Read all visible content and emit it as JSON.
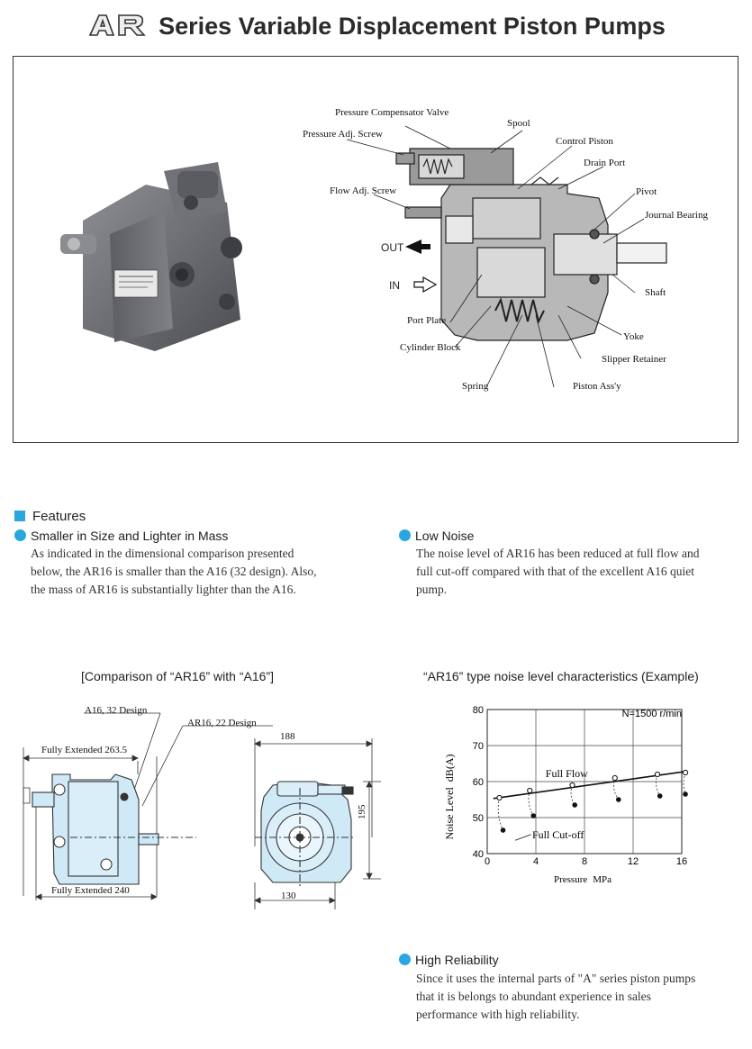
{
  "title": {
    "logo_text": "AR",
    "text": "Series Variable Displacement Piston Pumps"
  },
  "cutaway": {
    "labels": {
      "pressure_comp_valve": "Pressure Compensator Valve",
      "spool": "Spool",
      "pressure_adj_screw": "Pressure Adj. Screw",
      "control_piston": "Control Piston",
      "drain_port": "Drain Port",
      "flow_adj_screw": "Flow Adj. Screw",
      "pivot": "Pivot",
      "journal_bearing": "Journal Bearing",
      "out": "OUT",
      "in": "IN",
      "shaft": "Shaft",
      "port_plate": "Port Plate",
      "yoke": "Yoke",
      "cylinder_block": "Cylinder Block",
      "slipper_retainer": "Slipper Retainer",
      "spring": "Spring",
      "piston_assy": "Piston Ass'y"
    }
  },
  "features": {
    "heading": "Features",
    "items": [
      {
        "title": "Smaller in Size and Lighter in Mass",
        "lines": [
          "As indicated in the dimensional comparison presented",
          "below, the AR16 is smaller than the A16 (32 design). Also,",
          "the mass of AR16 is substantially lighter than the A16."
        ]
      },
      {
        "title": "Low Noise",
        "lines": [
          "The noise level of AR16 has been reduced at full flow and",
          "full cut-off compared with that of the excellent A16 quiet",
          "pump."
        ]
      },
      {
        "title": "High Reliability",
        "lines": [
          "Since it uses the internal parts of \"A\" series piston pumps",
          "that it is belongs to abundant experience in sales",
          "performance with high reliability."
        ]
      }
    ]
  },
  "comparison": {
    "caption": "[Comparison of “AR16” with “A16”]",
    "a16_label": "A16, 32 Design",
    "ar16_label": "AR16, 22 Design",
    "fully_extended_a16": "Fully Extended 263.5",
    "fully_extended_ar16": "Fully Extended 240",
    "width_top": "188",
    "height": "195",
    "width_bottom": "130",
    "colors": {
      "body": "#cfe9f7",
      "outline": "#333333"
    }
  },
  "noise_chart": {
    "caption": "“AR16” type noise level characteristics (Example)",
    "speed_note": "N=1500 r/min",
    "full_flow_label": "Full Flow",
    "full_cutoff_label": "Full Cut-off",
    "xlabel_text": "Pressure",
    "xlabel_unit": "MPa",
    "ylabel_text": "Noise Level",
    "ylabel_unit": "dB(A)",
    "x_ticks": [
      "0",
      "4",
      "8",
      "12",
      "16"
    ],
    "y_ticks": [
      "40",
      "50",
      "60",
      "70",
      "80"
    ]
  },
  "chart_data": {
    "type": "scatter",
    "xlabel": "Pressure MPa",
    "ylabel": "Noise Level dB(A)",
    "xlim": [
      0,
      16
    ],
    "ylim": [
      40,
      80
    ],
    "grid": true,
    "series": [
      {
        "name": "Full Flow",
        "x": [
          1,
          3.5,
          7,
          10.5,
          14,
          16.3
        ],
        "y": [
          55.5,
          57.5,
          59,
          61,
          62,
          62.5
        ]
      },
      {
        "name": "Full Cut-off",
        "x": [
          1.3,
          3.8,
          7.2,
          10.8,
          14.2,
          16.3
        ],
        "y": [
          46.5,
          50.5,
          53.5,
          55,
          56,
          56.5
        ]
      }
    ],
    "trend": {
      "x": [
        0.5,
        16.3
      ],
      "y": [
        55.3,
        62.8
      ]
    }
  },
  "colors": {
    "accent": "#2aa7e0",
    "pump_body": "#6b6d72"
  }
}
